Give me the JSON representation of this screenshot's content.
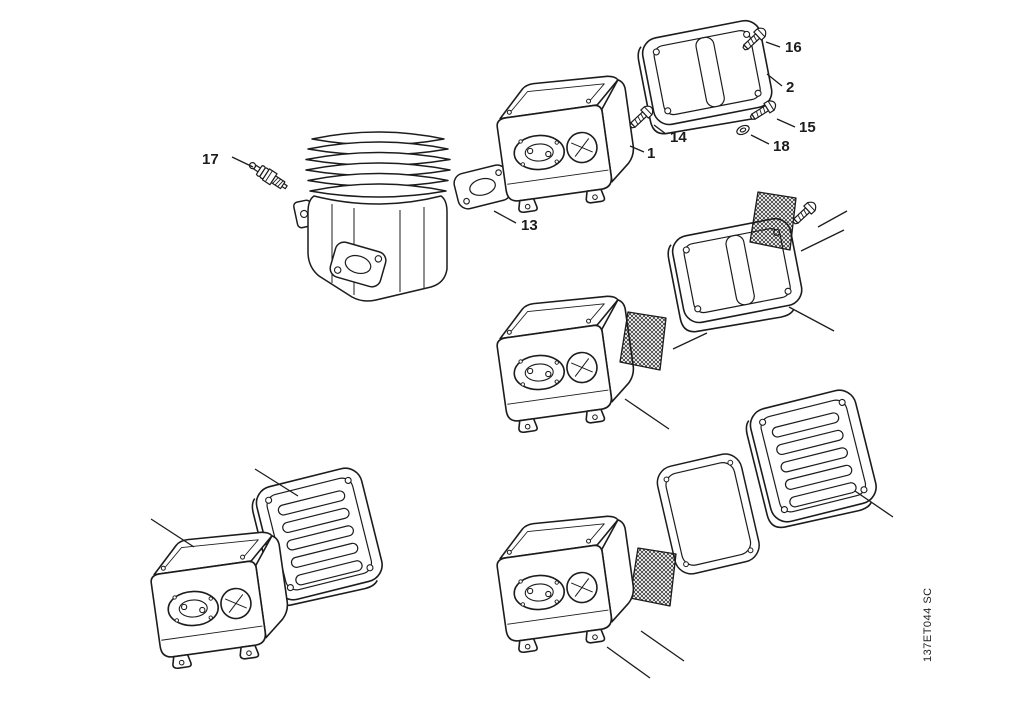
{
  "diagram": {
    "background_color": "#ffffff",
    "ink_color": "#1c1c1c",
    "drawing_code": "137ET044 SC",
    "callouts": {
      "n1": "1",
      "n2": "2",
      "n13": "13",
      "n14": "14",
      "n15": "15",
      "n16": "16",
      "n17": "17",
      "n18": "18"
    }
  }
}
